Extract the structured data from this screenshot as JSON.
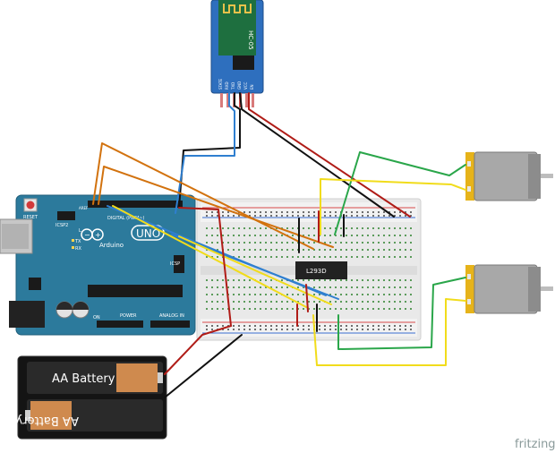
{
  "arduino": {
    "brand": "Arduino",
    "model": "UNO",
    "reset_label": "RESET",
    "icsp2_label": "ICSP2",
    "icsp_label": "ICSP",
    "tx_label": "TX",
    "rx_label": "RX",
    "l_label": "L",
    "on_label": "ON",
    "power_label": "POWER",
    "analog_label": "ANALOG IN",
    "digital_label": "DIGITAL (PWM~)",
    "aref_label": "AREF"
  },
  "bluetooth": {
    "model": "HC-05",
    "pins": [
      "STATE",
      "RXD",
      "TXD",
      "GND",
      "VCC",
      "EN"
    ]
  },
  "driver_ic": {
    "label": "L293D"
  },
  "battery": {
    "top_label": "AA Battery",
    "bottom_label": "AA Battery"
  },
  "watermark": "fritzing",
  "colors": {
    "board": "#2c7a9c",
    "wire_red": "#b01c17",
    "wire_black": "#111111",
    "wire_blue": "#2f7fd0",
    "wire_orange": "#d2720e",
    "wire_yellow": "#f1dc1b",
    "wire_green": "#2aa64a",
    "motor_body": "#a8a8a8",
    "motor_cap": "#e6b31a"
  }
}
